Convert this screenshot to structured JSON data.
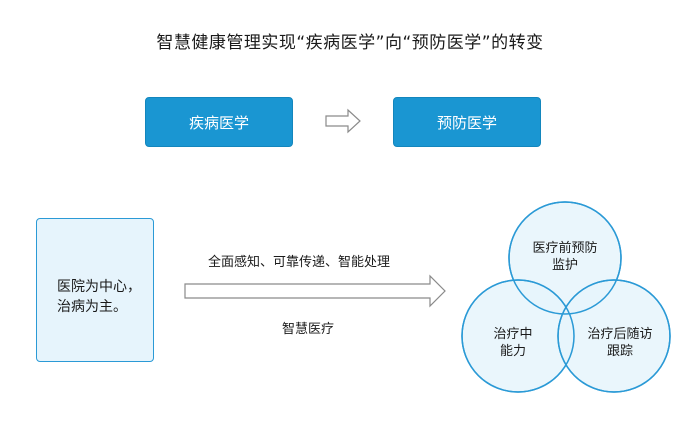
{
  "title": "智慧健康管理实现“疾病医学”向“预防医学”的转变",
  "top_row": {
    "from_label": "疾病医学",
    "to_label": "预防医学"
  },
  "left_box": {
    "line1": "医院为中心，",
    "line2": "治病为主。"
  },
  "arrow": {
    "top_label": "全面感知、可靠传递、智能处理",
    "bottom_label": "智慧医疗"
  },
  "circles": {
    "top": {
      "line1": "医疗前预防",
      "line2": "监护"
    },
    "left": {
      "line1": "治疗中",
      "line2": "能力"
    },
    "right": {
      "line1": "治疗后随访",
      "line2": "跟踪"
    }
  },
  "colors": {
    "box_blue": "#1a96d2",
    "circle_fill": "#e6f4fc",
    "circle_stroke": "#2b9ad6"
  }
}
